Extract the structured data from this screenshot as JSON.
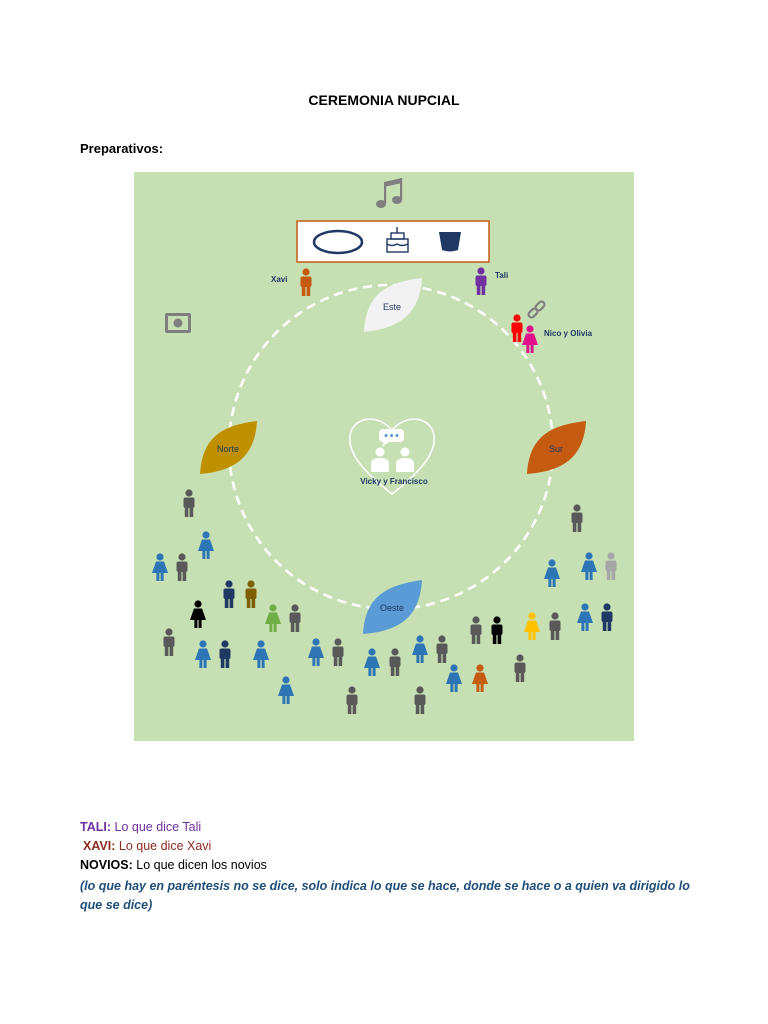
{
  "document": {
    "title": "CEREMONIA NUPCIAL",
    "subtitle": "Preparativos:"
  },
  "diagram": {
    "labels": {
      "este": "Este",
      "norte": "Norte",
      "sur": "Sur",
      "oeste": "Oeste",
      "couple": "Vicky y Francisco",
      "xavi": "Xavi",
      "tali": "Tali",
      "nico_olivia": "Nico y Olivia"
    },
    "colors": {
      "background": "#c6e0b4",
      "este": "#f2f2f2",
      "norte": "#bf9000",
      "sur": "#c55a11",
      "oeste": "#5b9bd5",
      "xavi": "#c55a11",
      "tali": "#7030a0",
      "guest_blue": "#2e75b6",
      "guest_gray": "#595959"
    },
    "icons": [
      "music-note-icon",
      "ring-icon",
      "cake-icon",
      "bowl-icon",
      "camera-icon",
      "link-icon",
      "heart-icon",
      "chat-icon",
      "couple-icon"
    ]
  },
  "legend": {
    "tali_label": "TALI:",
    "tali_text": " Lo que dice Tali",
    "xavi_label": "XAVI:",
    "xavi_text": " Lo que dice Xavi",
    "novios_label": "NOVIOS:",
    "novios_text": " Lo que dicen los novios",
    "note": "(lo que hay en paréntesis no se dice, solo indica lo que se hace, donde se hace o a quien va dirigido lo que se dice)"
  }
}
